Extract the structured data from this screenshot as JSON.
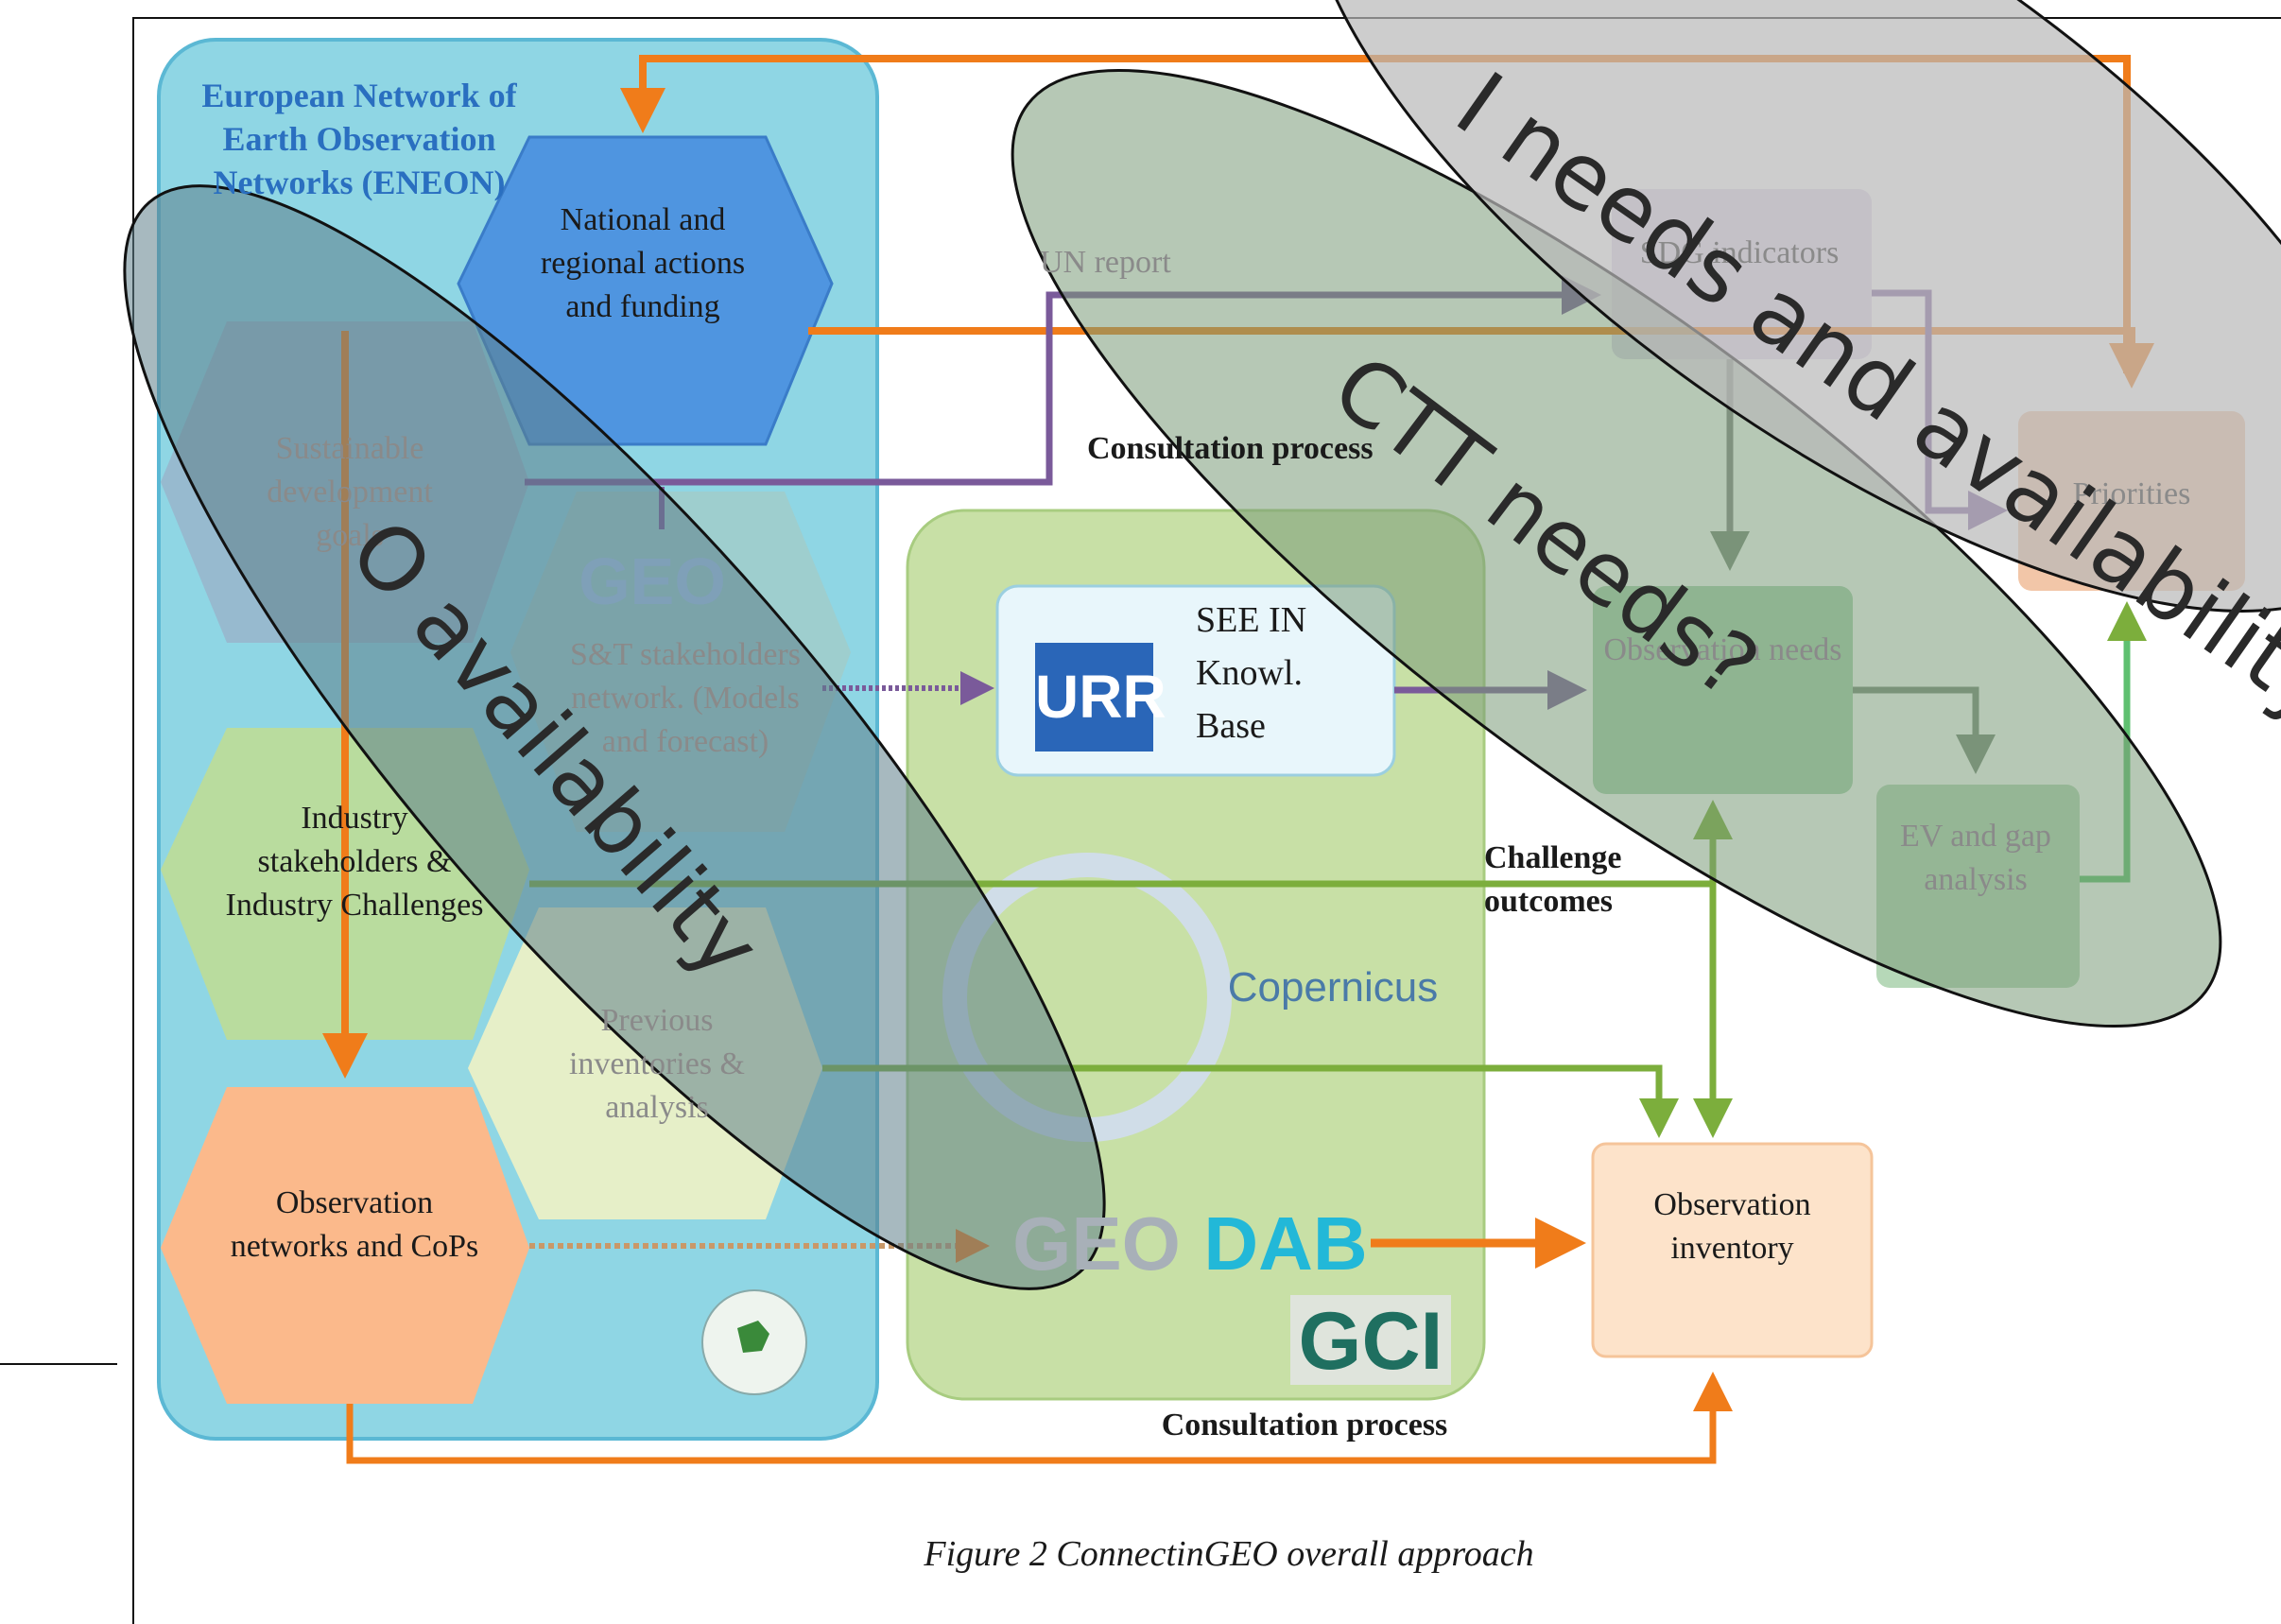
{
  "eneon": {
    "title": "European Network of Earth Observation Networks (ENEON)"
  },
  "nodes": {
    "national": "National and regional actions and funding",
    "sdg": "Sustainable development goals",
    "st": "S&T stakeholders network. (Models and forecast)",
    "industry": "Industry stakeholders & Industry Challenges",
    "previous": "Previous inventories & analysis",
    "obsnet": "Observation networks and CoPs",
    "seein": "SEE IN Knowl. Base",
    "sdgind": "SDG indicators",
    "priorities": "Priorities",
    "obsneeds": "Observation needs",
    "ev": "EV and gap analysis",
    "inventory": "Observation inventory"
  },
  "labels": {
    "un_report": "UN report",
    "consult_top": "Consultation process",
    "challenge": "Challenge outcomes",
    "consult_bottom": "Consultation process"
  },
  "logos": {
    "urr": "URR",
    "geo": "GEO",
    "copernicus": "Copernicus",
    "dab": "DAB",
    "gci": "GCI"
  },
  "overlays": {
    "o_availability": "O availability",
    "ctt_needs": "CTT needs?",
    "i_needs": "I needs and availability"
  },
  "caption": "Figure 2 ConnectinGEO overall approach",
  "colors": {
    "orange": "#f07c1a",
    "purple": "#7a5a9a",
    "green": "#7cae3c",
    "eneon_bg": "#8fd6e4",
    "national": "#4f95e0",
    "obsnet": "#fbb98b"
  }
}
